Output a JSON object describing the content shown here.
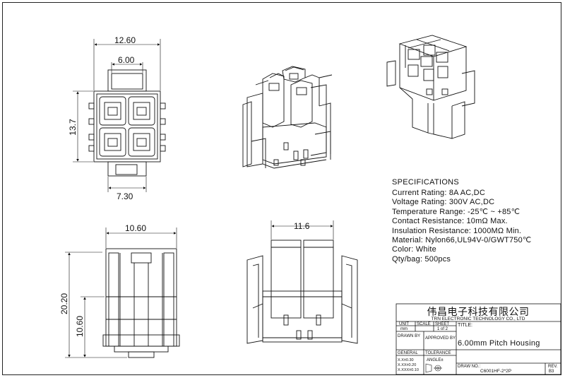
{
  "dimensions": {
    "top_width": "12.60",
    "top_pitch": "6.00",
    "top_height": "13.7",
    "top_bottom_width": "7.30",
    "side_width": "10.60",
    "side_height": "20.20",
    "side_lower_height": "10.60",
    "front_width": "11.6"
  },
  "specifications": {
    "title": "SPECIFICATIONS",
    "items": [
      "Current Rating:  8A AC,DC",
      "Voltage Rating:  300V AC,DC",
      "Temperature Range:  -25℃ ~ +85℃",
      "Contact Resistance:  10mΩ Max.",
      "Insulation Resistance:  1000MΩ Min.",
      "Material:  Nylon66,UL94V-0/GWT750℃",
      "Color: White",
      "Qty/bag: 500pcs"
    ]
  },
  "title_block": {
    "company_cn": "伟昌电子科技有限公司",
    "company_en": "TRN ELECTRONIC TECHNOLOGY CO., LTD",
    "unit_label": "UNIT",
    "unit_value": "mm",
    "scale_label": "SCALE",
    "sheet_label": "SHEET",
    "sheet_value": "1 of 2",
    "title_label": "TITLE:",
    "drawn_by_label": "DRAWN BY",
    "approved_by_label": "APPROVED BY",
    "title_value": "6.00mm Pitch Housing",
    "general_label": "GENERAL",
    "tolerance_label": "TOLERANCE",
    "tol1": "X.X±0.30",
    "tol2": "X.XX±0.20",
    "tol3": "X.XXX±0.10",
    "angle_label": "ANGLE±",
    "draw_no_label": "DRAW NO.:",
    "draw_no_value": "C6001HF-2*2P",
    "rev_label": "REV.",
    "rev_value": "B3"
  }
}
